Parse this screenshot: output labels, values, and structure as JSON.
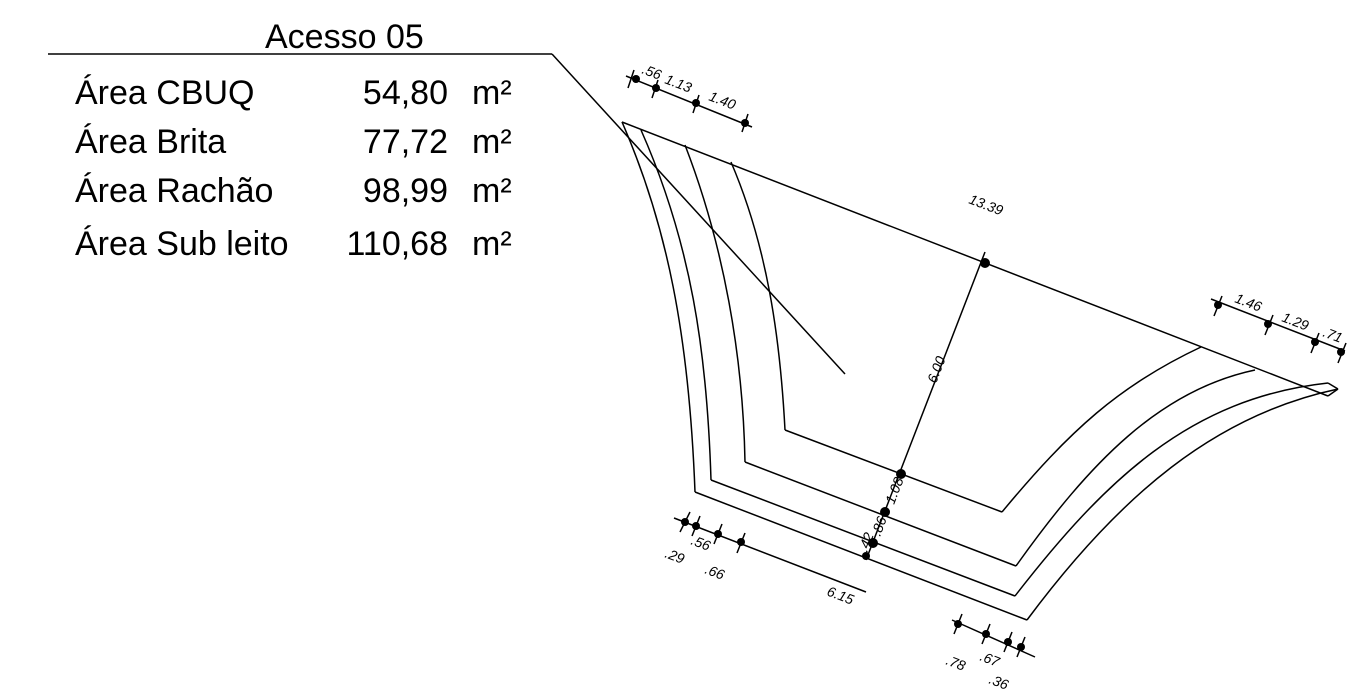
{
  "title": "Acesso 05",
  "areas": [
    {
      "label": "Área CBUQ",
      "value": "54,80",
      "unit": "m²"
    },
    {
      "label": "Área Brita",
      "value": "77,72",
      "unit": "m²"
    },
    {
      "label": "Área Rachão",
      "value": "98,99",
      "unit": "m²"
    },
    {
      "label": "Área Sub leito",
      "value": "110,68",
      "unit": "m²"
    }
  ],
  "dimensions": {
    "top_left": [
      ".56",
      "1.13",
      "1.40"
    ],
    "top_main": "13.39",
    "top_right": [
      "1.46",
      "1.29",
      ".71"
    ],
    "vertical_main": "6.00",
    "vertical_layers": [
      "1.08",
      ".86",
      ".42"
    ],
    "bottom_left": [
      ".29",
      ".56",
      ".66"
    ],
    "bottom_main": "6.15",
    "bottom_right": [
      ".78",
      ".67",
      ".36"
    ]
  }
}
